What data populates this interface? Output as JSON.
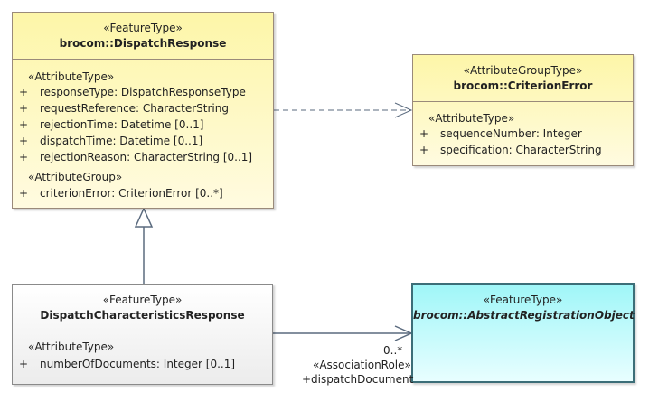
{
  "dispatch_response": {
    "stereotype": "«FeatureType»",
    "name": "brocom::DispatchResponse",
    "groups": [
      {
        "stereotype": "«AttributeType»",
        "attributes": [
          {
            "visibility": "+",
            "text": "responseType: DispatchResponseType"
          },
          {
            "visibility": "+",
            "text": "requestReference: CharacterString"
          },
          {
            "visibility": "+",
            "text": "rejectionTime: Datetime [0..1]"
          },
          {
            "visibility": "+",
            "text": "dispatchTime: Datetime [0..1]"
          },
          {
            "visibility": "+",
            "text": "rejectionReason: CharacterString [0..1]"
          }
        ]
      },
      {
        "stereotype": "«AttributeGroup»",
        "attributes": [
          {
            "visibility": "+",
            "text": "criterionError: CriterionError [0..*]"
          }
        ]
      }
    ]
  },
  "criterion_error": {
    "stereotype": "«AttributeGroupType»",
    "name": "brocom::CriterionError",
    "groups": [
      {
        "stereotype": "«AttributeType»",
        "attributes": [
          {
            "visibility": "+",
            "text": "sequenceNumber: Integer"
          },
          {
            "visibility": "+",
            "text": "specification: CharacterString"
          }
        ]
      }
    ]
  },
  "dispatch_characteristics_response": {
    "stereotype": "«FeatureType»",
    "name": "DispatchCharacteristicsResponse",
    "groups": [
      {
        "stereotype": "«AttributeType»",
        "attributes": [
          {
            "visibility": "+",
            "text": "numberOfDocuments: Integer [0..1]"
          }
        ]
      }
    ]
  },
  "abstract_registration_object": {
    "stereotype": "«FeatureType»",
    "name": "brocom::AbstractRegistrationObject"
  },
  "association": {
    "multiplicity": "0..*",
    "stereotype": "«AssociationRole»",
    "role": "+dispatchDocument"
  },
  "colors": {
    "feature_type_fill": "#fdf6a8",
    "abstract_fill": "#9ff6f8",
    "plain_fill": "#ffffff",
    "line": "#5a6a7e"
  }
}
